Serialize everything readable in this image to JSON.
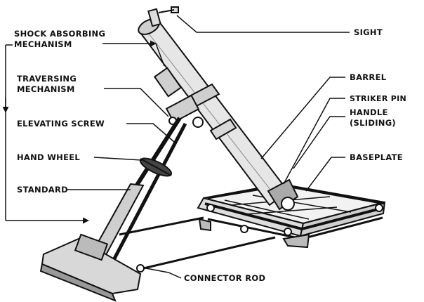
{
  "diagram": {
    "labels": {
      "shock_absorbing_1": "SHOCK ABSORBING",
      "shock_absorbing_2": "MECHANISM",
      "traversing_1": "TRAVERSING",
      "traversing_2": "MECHANISM",
      "elevating_screw": "ELEVATING SCREW",
      "hand_wheel": "HAND WHEEL",
      "standard": "STANDARD",
      "sight": "SIGHT",
      "barrel": "BARREL",
      "striker_pin": "STRIKER PIN",
      "handle_1": "HANDLE",
      "handle_2": "(SLIDING)",
      "baseplate": "BASEPLATE",
      "connector_rod": "CONNECTOR ROD"
    },
    "colors": {
      "ink": "#111111",
      "paper": "#ffffff"
    }
  }
}
